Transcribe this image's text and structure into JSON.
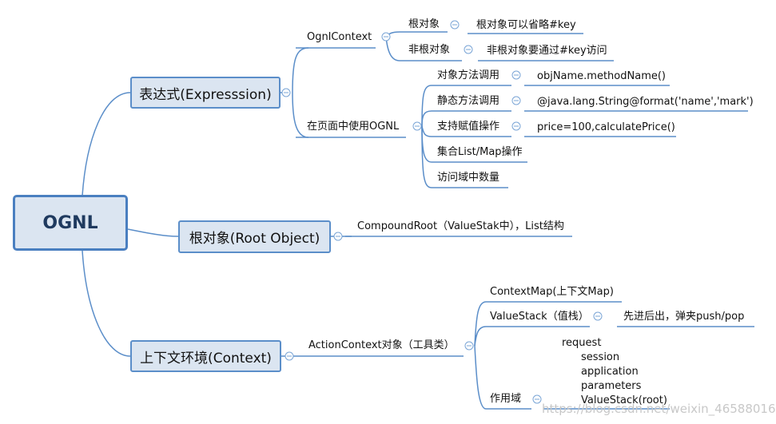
{
  "root": "OGNL",
  "branches": {
    "expression": {
      "label": "表达式(Expresssion)",
      "ognl_context": {
        "label": "OgnlContext",
        "children": [
          {
            "label": "根对象",
            "detail": "根对象可以省略#key"
          },
          {
            "label": "非根对象",
            "detail": "非根对象要通过#key访问"
          }
        ]
      },
      "in_page": {
        "label": "在页面中使用OGNL",
        "children": [
          {
            "label": "对象方法调用",
            "detail": "objName.methodName()"
          },
          {
            "label": "静态方法调用",
            "detail": "@java.lang.String@format('name','mark')"
          },
          {
            "label": "支持赋值操作",
            "detail": "price=100,calculatePrice()"
          },
          {
            "label": "集合List/Map操作"
          },
          {
            "label": "访问域中数量"
          }
        ]
      }
    },
    "root_object": {
      "label": "根对象(Root Object)",
      "child": "CompoundRoot（ValueStak中），List结构"
    },
    "context": {
      "label": "上下文环境(Context)",
      "action_context": {
        "label": "ActionContext对象（工具类）",
        "children": [
          {
            "label": "ContextMap(上下文Map)"
          },
          {
            "label": "ValueStack（值栈）",
            "detail": "先进后出，弹夹push/pop"
          },
          {
            "label": "作用域",
            "detail_lines": [
              "request",
              "session",
              "application",
              "parameters",
              "ValueStack(root)"
            ]
          }
        ]
      }
    }
  },
  "watermark": "https://blog.csdn.net/weixin_46588016",
  "colors": {
    "line": "#5b8ec9",
    "node_fill": "#dbe5f1",
    "node_border": "#5b8ec9"
  }
}
